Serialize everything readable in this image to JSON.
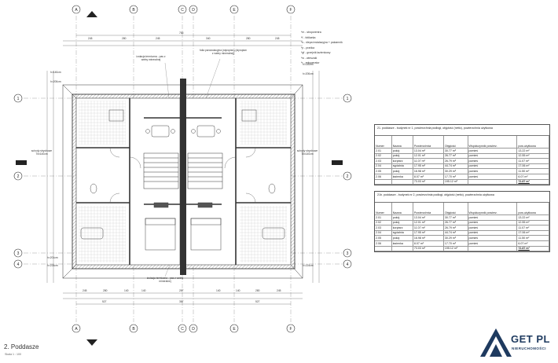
{
  "sheet": {
    "title": "2. Poddasze",
    "scale": "Skala 1 : 100"
  },
  "logo": {
    "name": "GET PL",
    "sub": "NIERUCHOMOŚCI",
    "colors": {
      "blue": "#1e3a5f",
      "orange": "#f26a1b"
    }
  },
  "axes": {
    "vertical": [
      "A",
      "B",
      "C",
      "D",
      "E",
      "F"
    ],
    "horizontal": [
      "1",
      "2",
      "3",
      "4"
    ]
  },
  "legend": [
    "*m - stropwentra",
    "*f - fotilaeka",
    "*s - ślepa instalacyjna + pakamnik",
    "*p - prańka",
    "*gf - grzejnik łazienkowy",
    "*w - wieszaki",
    "*r - rekuperator"
  ],
  "dimensions": {
    "top_overall": "785",
    "top_row": [
      "245",
      "280",
      "245",
      "340",
      "280",
      "245"
    ],
    "bottom_row": [
      "245",
      "280",
      "140",
      "140",
      "287",
      "140",
      "140",
      "280",
      "245"
    ],
    "bottom_overall": [
      "527",
      "387",
      "527"
    ]
  },
  "annotations": {
    "insulation_top": "izolacja termiczna - pas z wełny mineralnej",
    "membrane": "folia paroizolacyjna (styropian) (styropian z wełny mineralnej)",
    "insulation_bottom": "izolacja termiczna - pas z wełny mineralnej",
    "stairs_left": "schody strychowe 70x140cm",
    "stairs_right": "schody strychowe 70x140cm",
    "heights": [
      "h=140cm",
      "h=200cm",
      "h=140cm",
      "h=200cm",
      "h=201cm",
      "h=224cm",
      "h=224cm"
    ]
  },
  "tables": [
    {
      "caption": "21. poddasze - budynek nr 1, powierzchnia podłogi, objętość (netto), powierzchnia użytkowa",
      "headers": [
        "Numer",
        "Nazwa",
        "Powierzchnia",
        "Objętość",
        "Współczynnik powierz.",
        "pow.użytkowa"
      ],
      "rows": [
        [
          "2.01",
          "pokój",
          "13.04 m²",
          "30.77 m³",
          "pomieś",
          "13.22 m²"
        ],
        [
          "2.02",
          "pokój",
          "12.01 m²",
          "26.77 m³",
          "pomieś",
          "12.55 m²"
        ],
        [
          "2.03",
          "korytarz",
          "11.07 m²",
          "26.79 m³",
          "pomieś",
          "11.07 m²"
        ],
        [
          "2.04",
          "sypialnia",
          "17.95 m²",
          "44.74 m³",
          "pomieś",
          "17.06 m²"
        ],
        [
          "2.05",
          "pokój",
          "16.98 m²",
          "30.29 m³",
          "pomieś",
          "11.50 m²"
        ],
        [
          "2.06",
          "łazienka",
          "8.07 m²",
          "17.70 m³",
          "pomieś",
          "6.07 m²"
        ]
      ],
      "total": [
        "",
        "",
        "73.03 m²",
        "195.12 m³",
        "",
        "72.87 m²"
      ]
    },
    {
      "caption": "21b. poddasze - budynek nr 2, powierzchnia podłogi, objętość (netto), powierzchnia użytkowa",
      "headers": [
        "Numer",
        "Nazwa",
        "Powierzchnia",
        "Objętość",
        "Współczynnik powierz.",
        "pow.użytkowa"
      ],
      "rows": [
        [
          "2.01",
          "pokój",
          "13.04 m²",
          "30.77 m³",
          "pomieś",
          "13.22 m²"
        ],
        [
          "2.02",
          "pokój",
          "12.01 m²",
          "26.77 m³",
          "pomieś",
          "12.55 m²"
        ],
        [
          "2.03",
          "korytarz",
          "11.07 m²",
          "26.79 m³",
          "pomieś",
          "11.07 m²"
        ],
        [
          "2.04",
          "sypialnia",
          "17.95 m²",
          "44.74 m³",
          "pomieś",
          "17.06 m²"
        ],
        [
          "2.05",
          "pokój",
          "16.98 m²",
          "30.29 m³",
          "pomieś",
          "11.50 m²"
        ],
        [
          "2.06",
          "łazienka",
          "8.07 m²",
          "17.70 m³",
          "pomieś",
          "6.07 m²"
        ]
      ],
      "total": [
        "",
        "",
        "73.03 m²",
        "195.12 m³",
        "",
        "72.87 m²"
      ]
    }
  ]
}
